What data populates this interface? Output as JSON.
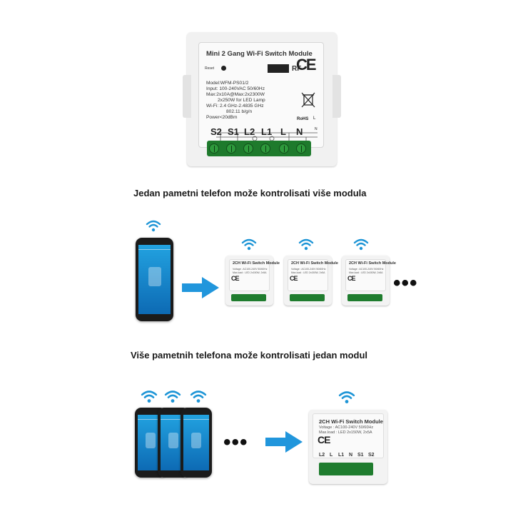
{
  "colors": {
    "wifi": "#1e95d6",
    "arrow": "#2196dc",
    "terminal": "#1e7a2c"
  },
  "icons": [
    "wifi-icon",
    "arrow-right-icon",
    "ce-mark-icon",
    "weee-bin-icon"
  ],
  "top_module": {
    "title": "Mini 2 Gang Wi-Fi Switch Module",
    "reset_label": "Reset",
    "rf_label": "RF",
    "ce_mark": "CE",
    "specs": [
      "Model:WFM-PS01/2",
      "Input: 100-240VAC 50/60Hz",
      "Max:2x10A@Max:2x2300W",
      "2x250W for LED Lamp",
      "Wi-Fi: 2.4 GHz-2.4835 GHz",
      "802.11 b/g/n",
      "Power<20dBm"
    ],
    "rohs_label": "RoHS",
    "l_label": "L",
    "n_label": "N",
    "terminals": [
      "S2",
      "S1",
      "L2",
      "L1",
      "L",
      "N"
    ]
  },
  "caption_1": "Jedan pametni telefon može kontrolisati više modula",
  "caption_2": "Više pametnih telefona može kontrolisati jedan modul",
  "small_module": {
    "title": "2CH Wi-Fi Switch Module",
    "voltage": "Voltage : AC100-240V 50/60Hz",
    "max_load": "Max.load : LED 2x150W, 2x5A",
    "ce_mark": "CE",
    "terminals": [
      "L2",
      "L",
      "L1",
      "N",
      "S1",
      "S2"
    ]
  },
  "ellipsis": "•••"
}
